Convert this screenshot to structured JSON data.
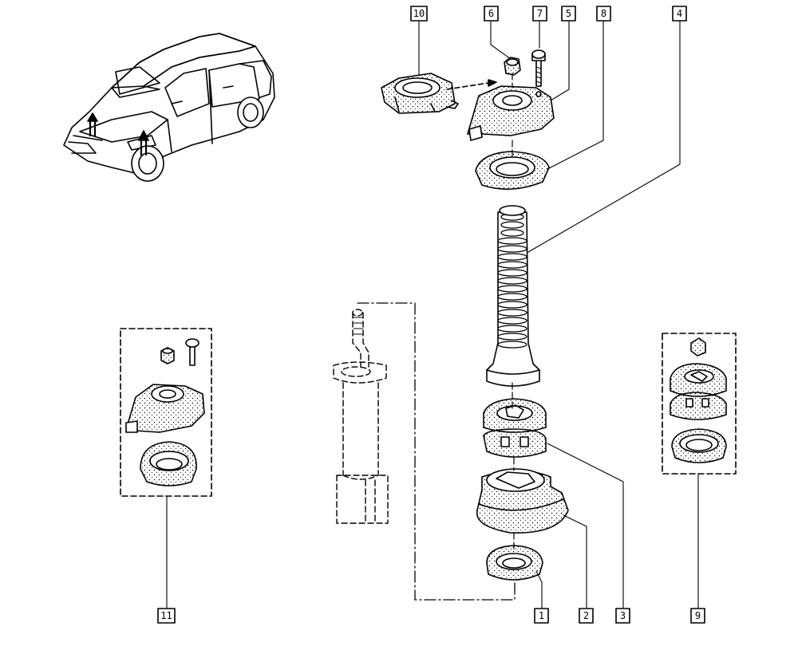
{
  "diagram": {
    "callouts": {
      "c1": "1",
      "c2": "2",
      "c3": "3",
      "c4": "4",
      "c5": "5",
      "c6": "6",
      "c7": "7",
      "c8": "8",
      "c9": "9",
      "c10": "10",
      "c11": "11"
    },
    "colors": {
      "stroke": "#000000",
      "fill": "#ffffff"
    }
  }
}
